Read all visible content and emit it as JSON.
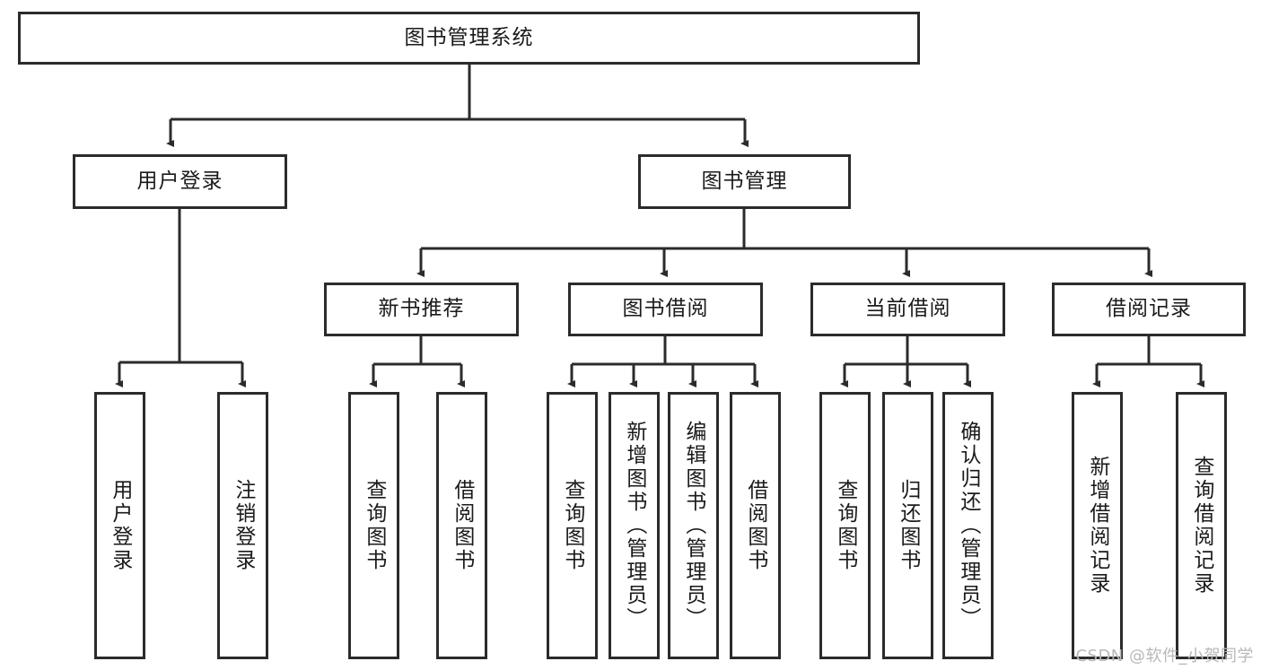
{
  "diagram": {
    "title": "图书管理系统",
    "type": "tree-hierarchy",
    "watermark": "CSDN @软件_小贺同学",
    "colors": {
      "box_border": "#2b2b2b",
      "box_fill": "#ffffff",
      "edge": "#2b2b2b",
      "text": "#1a1a1a",
      "watermark": "#b8b8b8",
      "background": "#ffffff"
    }
  },
  "nodes": {
    "root": {
      "label": "图书管理系统"
    },
    "level2": [
      {
        "label": "用户登录"
      },
      {
        "label": "图书管理"
      }
    ],
    "level3": [
      {
        "label": "新书推荐"
      },
      {
        "label": "图书借阅"
      },
      {
        "label": "当前借阅"
      },
      {
        "label": "借阅记录"
      }
    ],
    "leaves": {
      "user_login": [
        {
          "label": "用户登录"
        },
        {
          "label": "注销登录"
        }
      ],
      "new_book_recommend": [
        {
          "label": "查询图书"
        },
        {
          "label": "借阅图书"
        }
      ],
      "book_borrow": [
        {
          "label": "查询图书"
        },
        {
          "label": "新增图书（管理员）"
        },
        {
          "label": "编辑图书（管理员）"
        },
        {
          "label": "借阅图书"
        }
      ],
      "current_borrow": [
        {
          "label": "查询图书"
        },
        {
          "label": "归还图书"
        },
        {
          "label": "确认归还（管理员）"
        }
      ],
      "borrow_record": [
        {
          "label": "新增借阅记录"
        },
        {
          "label": "查询借阅记录"
        }
      ]
    }
  }
}
